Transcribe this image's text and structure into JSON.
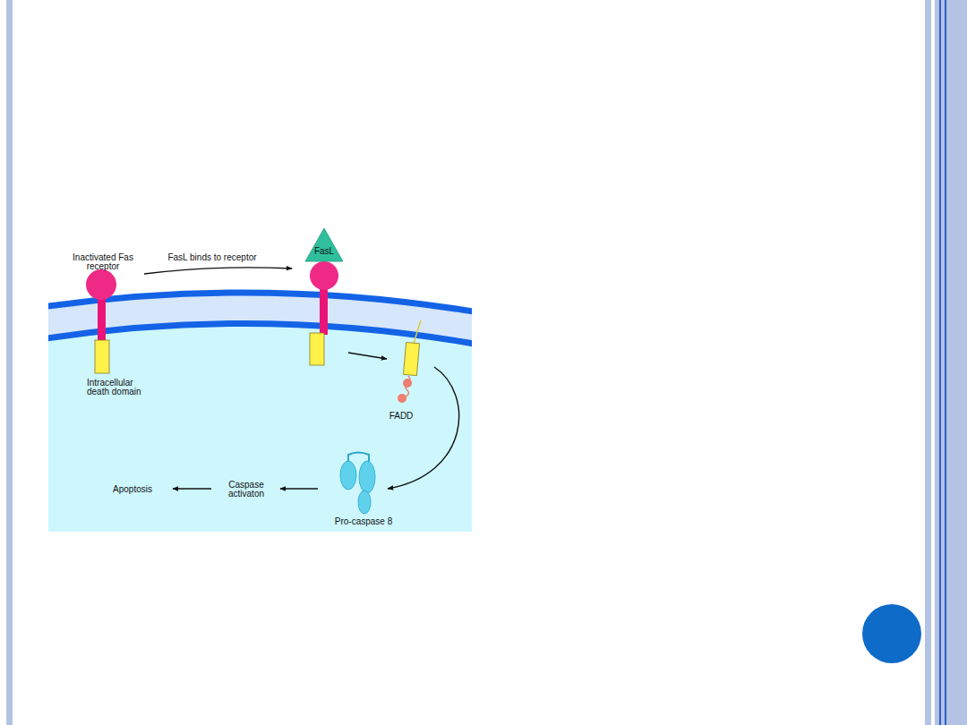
{
  "diagram": {
    "nodes": [
      {
        "text": [
          "FasL"
        ]
      }
    ],
    "labels": [
      "Inactivated Fas receptor",
      "FasL binds to receptor",
      "Intracellular death domain",
      "FADD",
      "Apoptosis",
      "Caspase activaton",
      "Pro-caspase 8"
    ]
  }
}
